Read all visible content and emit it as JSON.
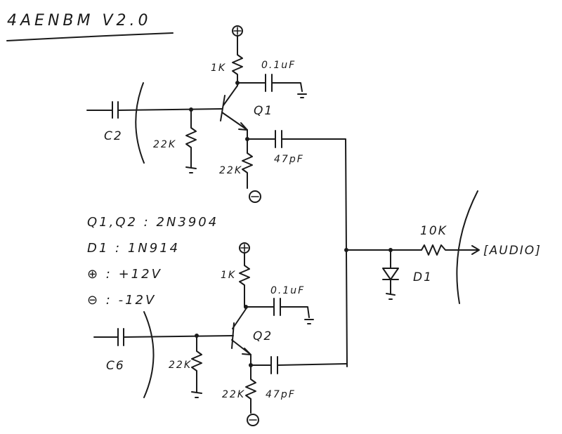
{
  "title": "4AENBM V2.0",
  "stage_top": {
    "input_cap": "C2",
    "bias_resistor": "22K",
    "collector_resistor": "1K",
    "bypass_cap": "0.1uF",
    "transistor": "Q1",
    "emitter_resistor": "22K",
    "coupling_cap": "47pF"
  },
  "stage_bottom": {
    "input_cap": "C6",
    "bias_resistor": "22K",
    "collector_resistor": "1K",
    "bypass_cap": "0.1uF",
    "transistor": "Q2",
    "emitter_resistor": "22K",
    "coupling_cap": "47pF"
  },
  "output": {
    "resistor": "10K",
    "diode": "D1",
    "connector": "[AUDIO]"
  },
  "notes": [
    "Q1,Q2 : 2N3904",
    "D1 : 1N914",
    "⊕ : +12V",
    "⊖ : -12V"
  ],
  "symbols": {
    "positive": "+",
    "negative": "−"
  }
}
